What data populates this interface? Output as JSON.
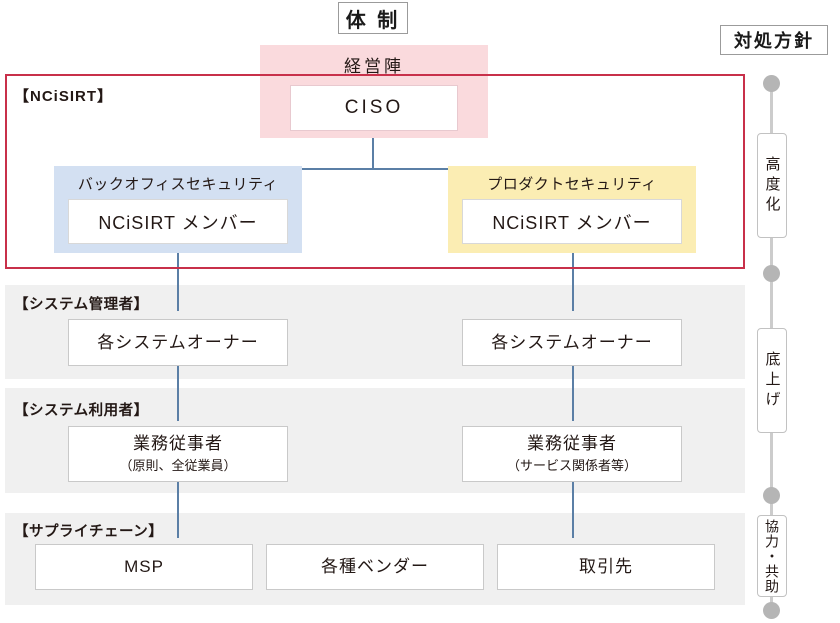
{
  "diagram": {
    "title_left": "体 制",
    "title_right": "対処方針"
  },
  "executive": {
    "panel_label": "経営陣",
    "role": "CISO"
  },
  "ncisirt": {
    "frame_label": "【NCiSIRT】",
    "groups": [
      {
        "title": "バックオフィスセキュリティ",
        "member": "NCiSIRT メンバー",
        "color": "#d3e0f2"
      },
      {
        "title": "プロダクトセキュリティ",
        "member": "NCiSIRT メンバー",
        "color": "#fbedb3"
      }
    ]
  },
  "bands": [
    {
      "label": "【システム管理者】",
      "boxes": [
        {
          "main": "各システムオーナー",
          "sub": ""
        },
        {
          "main": "各システムオーナー",
          "sub": ""
        }
      ]
    },
    {
      "label": "【システム利用者】",
      "boxes": [
        {
          "main": "業務従事者",
          "sub": "（原則、全従業員）"
        },
        {
          "main": "業務従事者",
          "sub": "（サービス関係者等）"
        }
      ]
    },
    {
      "label": "【サプライチェーン】",
      "boxes": [
        {
          "main": "MSP",
          "sub": ""
        },
        {
          "main": "各種ベンダー",
          "sub": ""
        },
        {
          "main": "取引先",
          "sub": ""
        }
      ]
    }
  ],
  "timeline": {
    "stages": [
      {
        "label": "高度化"
      },
      {
        "label": "底上げ"
      },
      {
        "label": "協力・共助"
      }
    ]
  },
  "colors": {
    "red_frame": "#c8304a",
    "exec_pink": "#fadadd",
    "band_gray": "#f0f0f0",
    "connector_blue": "#5b7fa6",
    "timeline_gray": "#cccccc"
  }
}
